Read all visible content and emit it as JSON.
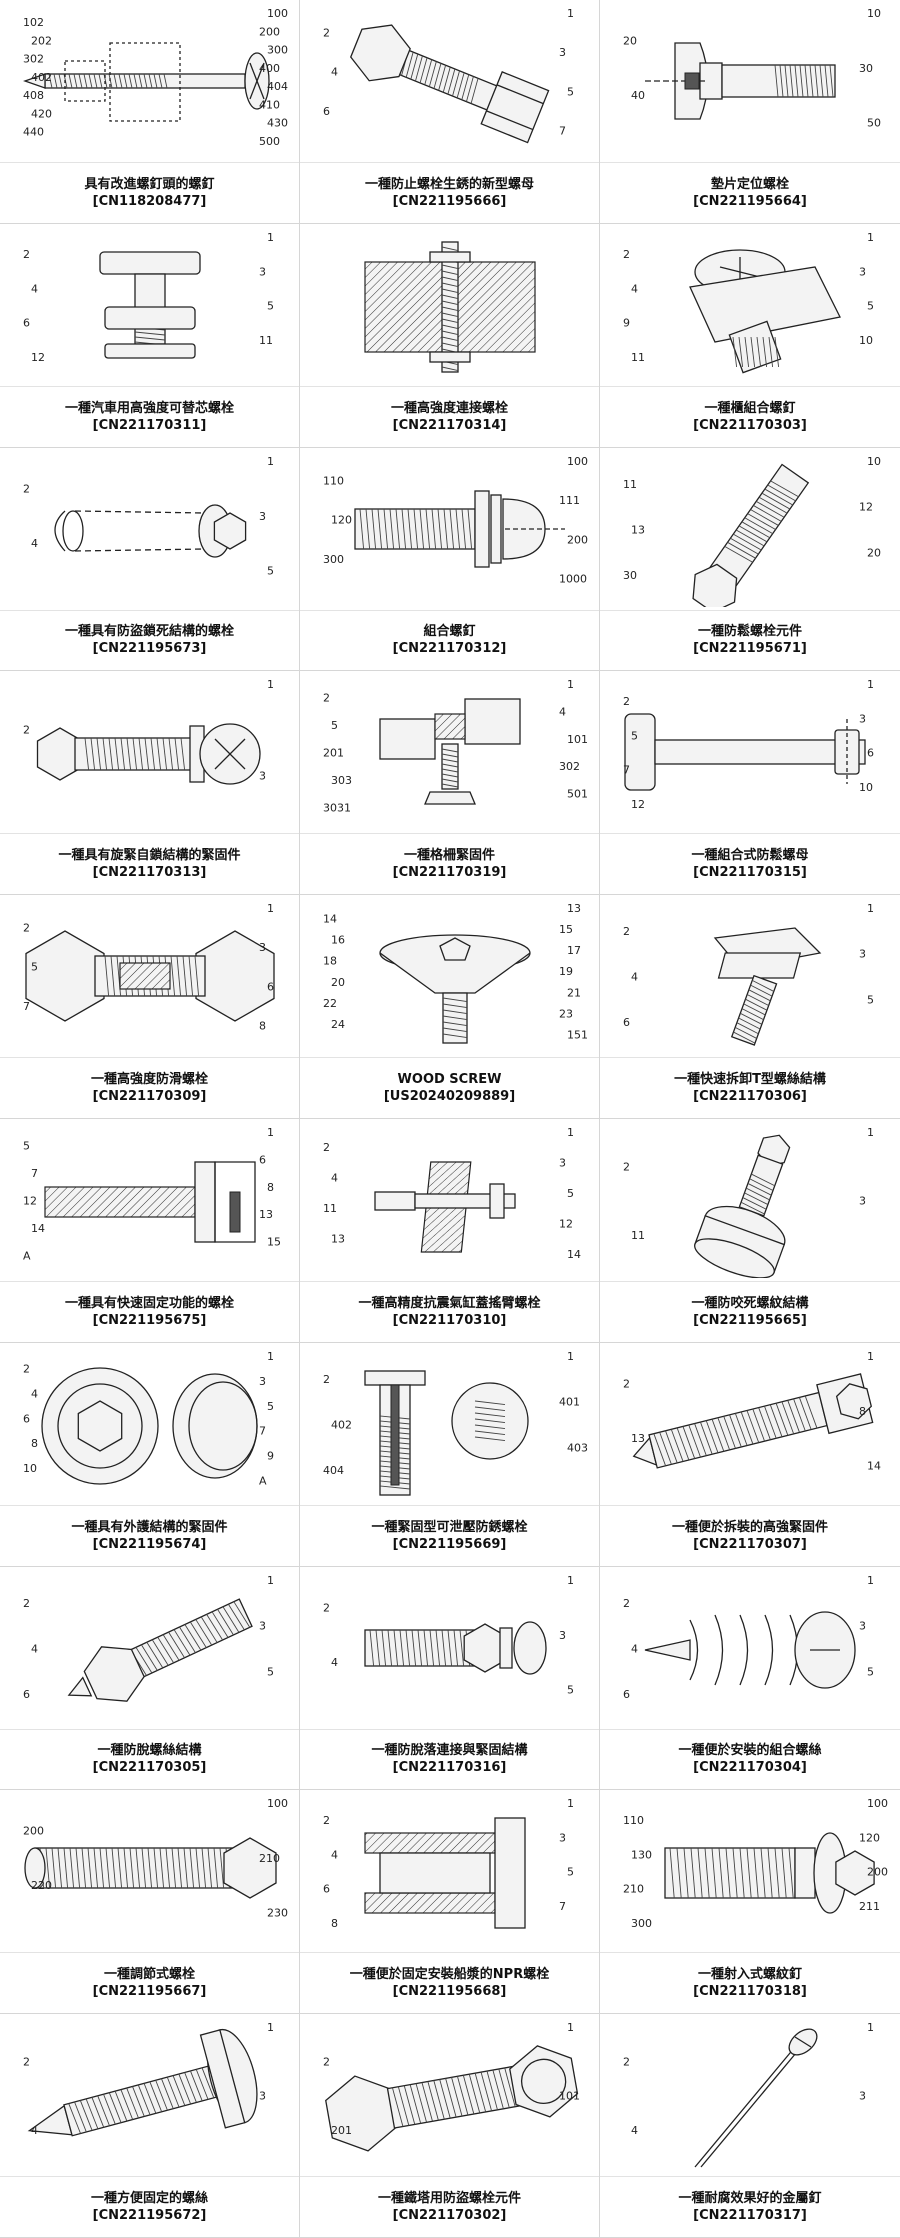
{
  "patents": [
    {
      "title": "具有改進螺釘頭的螺釘",
      "code": "[CN118208477]",
      "drawing": "screw-long",
      "labels": [
        "100",
        "102",
        "200",
        "202",
        "300",
        "302",
        "400",
        "402",
        "404",
        "408",
        "410",
        "420",
        "430",
        "440",
        "500"
      ]
    },
    {
      "title": "一種防止螺栓生銹的新型螺母",
      "code": "[CN221195666]",
      "drawing": "bolt-nut-angled",
      "labels": [
        "1",
        "2",
        "3",
        "4",
        "5",
        "6",
        "7"
      ]
    },
    {
      "title": "墊片定位螺栓",
      "code": "[CN221195664]",
      "drawing": "bolt-washer-side",
      "labels": [
        "10",
        "20",
        "30",
        "40",
        "50"
      ]
    },
    {
      "title": "一種汽車用高強度可替芯螺栓",
      "code": "[CN221170311]",
      "drawing": "core-bolt",
      "labels": [
        "1",
        "2",
        "3",
        "4",
        "5",
        "6",
        "11",
        "12"
      ]
    },
    {
      "title": "一種高強度連接螺栓",
      "code": "[CN221170314]",
      "drawing": "connection-section",
      "labels": []
    },
    {
      "title": "一種櫃組合螺釘",
      "code": "[CN221170303]",
      "drawing": "cabinet-screw",
      "labels": [
        "1",
        "2",
        "3",
        "4",
        "5",
        "9",
        "10",
        "11"
      ]
    },
    {
      "title": "一種具有防盜鎖死結構的螺栓",
      "code": "[CN221195673]",
      "drawing": "anti-theft-bolt",
      "labels": [
        "1",
        "2",
        "3",
        "4",
        "5"
      ]
    },
    {
      "title": "組合螺釘",
      "code": "[CN221170312]",
      "drawing": "combo-screw",
      "labels": [
        "100",
        "110",
        "111",
        "120",
        "200",
        "300",
        "1000"
      ]
    },
    {
      "title": "一種防鬆螺栓元件",
      "code": "[CN221195671]",
      "drawing": "anti-loose-bolt",
      "labels": [
        "10",
        "11",
        "12",
        "13",
        "20",
        "30"
      ]
    },
    {
      "title": "一種具有旋緊自鎖結構的緊固件",
      "code": "[CN221170313]",
      "drawing": "self-lock-fastener",
      "labels": [
        "1",
        "2",
        "3"
      ]
    },
    {
      "title": "一種格柵緊固件",
      "code": "[CN221170319]",
      "drawing": "grid-fastener",
      "labels": [
        "1",
        "2",
        "4",
        "5",
        "101",
        "201",
        "302",
        "303",
        "501",
        "3031"
      ]
    },
    {
      "title": "一種組合式防鬆螺母",
      "code": "[CN221170315]",
      "drawing": "combo-nut",
      "labels": [
        "1",
        "2",
        "3",
        "5",
        "6",
        "7",
        "10",
        "12"
      ]
    },
    {
      "title": "一種高強度防滑螺栓",
      "code": "[CN221170309]",
      "drawing": "anti-slip-bolt",
      "labels": [
        "1",
        "2",
        "3",
        "5",
        "6",
        "7",
        "8"
      ]
    },
    {
      "title": "WOOD SCREW",
      "code": "[US20240209889]",
      "drawing": "wood-screw",
      "labels": [
        "13",
        "14",
        "15",
        "16",
        "17",
        "18",
        "19",
        "20",
        "21",
        "22",
        "23",
        "24",
        "151"
      ]
    },
    {
      "title": "一種快速拆卸T型螺絲結構",
      "code": "[CN221170306]",
      "drawing": "t-screw",
      "labels": [
        "1",
        "2",
        "3",
        "4",
        "5",
        "6"
      ]
    },
    {
      "title": "一種具有快速固定功能的螺栓",
      "code": "[CN221195675]",
      "drawing": "quick-fix-bolt",
      "labels": [
        "1",
        "5",
        "6",
        "7",
        "8",
        "12",
        "13",
        "14",
        "15",
        "A"
      ]
    },
    {
      "title": "一種高精度抗震氣缸蓋搖臂螺栓",
      "code": "[CN221170310]",
      "drawing": "rocker-bolt",
      "labels": [
        "1",
        "2",
        "3",
        "4",
        "5",
        "11",
        "12",
        "13",
        "14"
      ]
    },
    {
      "title": "一種防咬死螺紋結構",
      "code": "[CN221195665]",
      "drawing": "anti-seize-thread",
      "labels": [
        "1",
        "2",
        "3",
        "11"
      ]
    },
    {
      "title": "一種具有外護結構的緊固件",
      "code": "[CN221195674]",
      "drawing": "guard-fastener",
      "labels": [
        "1",
        "2",
        "3",
        "4",
        "5",
        "6",
        "7",
        "8",
        "9",
        "10",
        "A"
      ]
    },
    {
      "title": "一種緊固型可泄壓防銹螺栓",
      "code": "[CN221195669]",
      "drawing": "pressure-relief-bolt",
      "labels": [
        "1",
        "2",
        "401",
        "402",
        "403",
        "404"
      ]
    },
    {
      "title": "一種便於拆裝的高強緊固件",
      "code": "[CN221170307]",
      "drawing": "long-stud",
      "labels": [
        "1",
        "2",
        "8",
        "13",
        "14"
      ]
    },
    {
      "title": "一種防脫螺絲結構",
      "code": "[CN221170305]",
      "drawing": "anti-drop-screw",
      "labels": [
        "1",
        "2",
        "3",
        "4",
        "5",
        "6"
      ]
    },
    {
      "title": "一種防脫落連接與緊固結構",
      "code": "[CN221170316]",
      "drawing": "anti-fall-connection",
      "labels": [
        "1",
        "2",
        "3",
        "4",
        "5"
      ]
    },
    {
      "title": "一種便於安裝的組合螺絲",
      "code": "[CN221170304]",
      "drawing": "spring-screw",
      "labels": [
        "1",
        "2",
        "3",
        "4",
        "5",
        "6"
      ]
    },
    {
      "title": "一種調節式螺栓",
      "code": "[CN221195667]",
      "drawing": "adjust-bolt",
      "labels": [
        "100",
        "200",
        "210",
        "220",
        "230"
      ]
    },
    {
      "title": "一種便於固定安裝船漿的NPR螺栓",
      "code": "[CN221195668]",
      "drawing": "npr-bolt",
      "labels": [
        "1",
        "2",
        "3",
        "4",
        "5",
        "6",
        "7",
        "8"
      ]
    },
    {
      "title": "一種射入式螺紋釘",
      "code": "[CN221170318]",
      "drawing": "injection-nail",
      "labels": [
        "100",
        "110",
        "120",
        "130",
        "200",
        "210",
        "211",
        "300"
      ]
    },
    {
      "title": "一種方便固定的螺絲",
      "code": "[CN221195672]",
      "drawing": "pointed-screw",
      "labels": [
        "1",
        "2",
        "3",
        "4"
      ]
    },
    {
      "title": "一種鐵塔用防盜螺栓元件",
      "code": "[CN221170302]",
      "drawing": "tower-bolt",
      "labels": [
        "1",
        "2",
        "101",
        "201"
      ]
    },
    {
      "title": "一種耐腐效果好的金屬釘",
      "code": "[CN221170317]",
      "drawing": "metal-nail",
      "labels": [
        "1",
        "2",
        "3",
        "4"
      ]
    }
  ]
}
